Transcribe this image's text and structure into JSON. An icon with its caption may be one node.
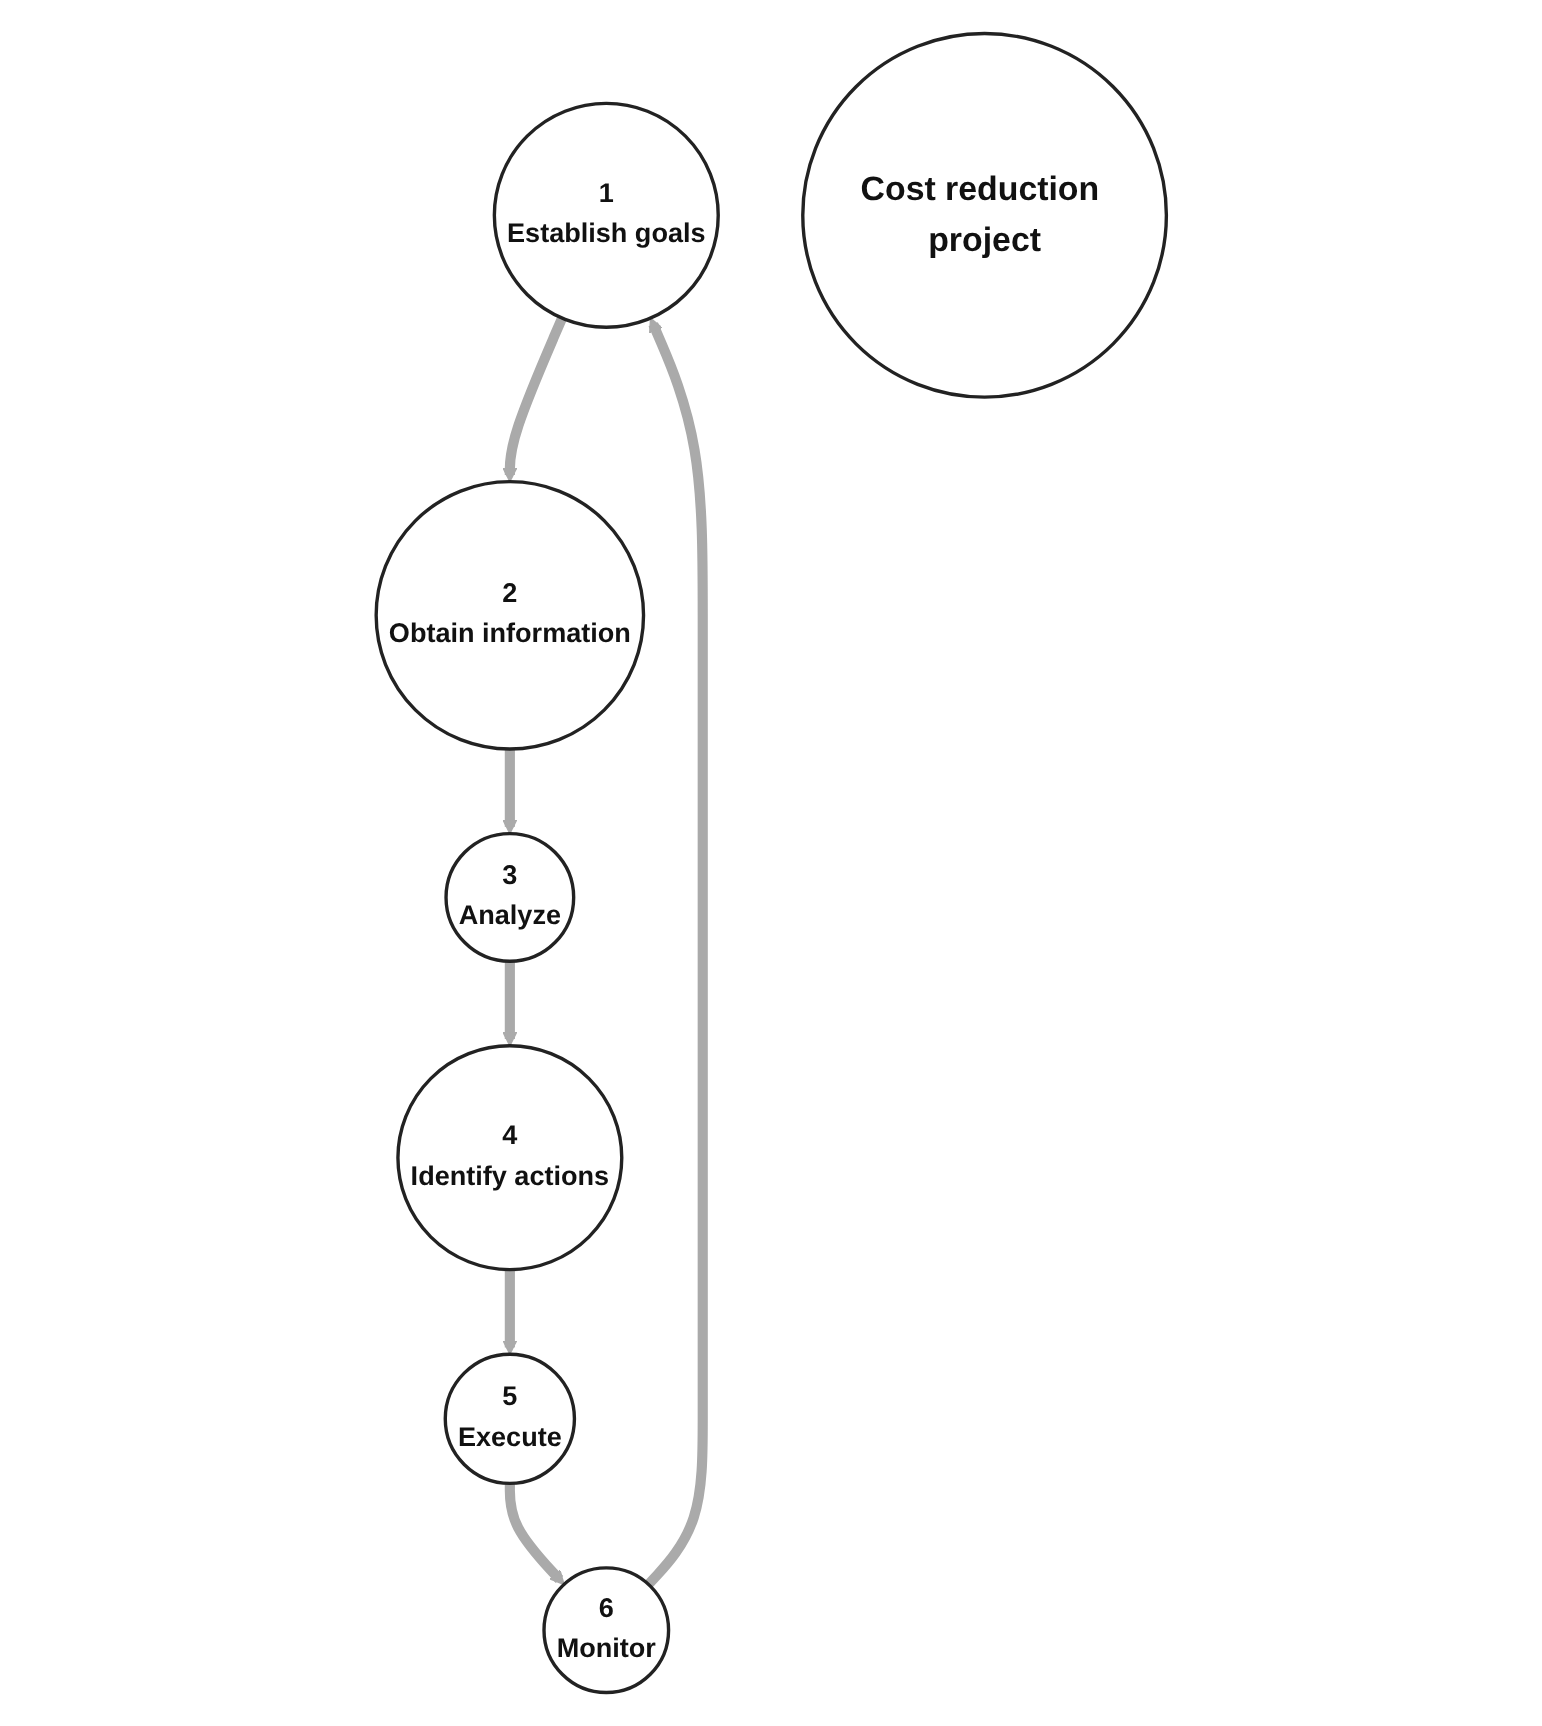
{
  "diagram": {
    "nodes": [
      {
        "text": [
          "1",
          "Establish goals"
        ]
      },
      {
        "text": [
          "2",
          "Obtain information"
        ]
      },
      {
        "text": [
          "3",
          "Analyze"
        ]
      },
      {
        "text": [
          "4",
          "Identify actions"
        ]
      },
      {
        "text": [
          "5",
          "Execute"
        ]
      },
      {
        "text": [
          "6",
          "Monitor"
        ]
      },
      {
        "text": [
          "Cost reduction project"
        ]
      }
    ],
    "edges": [
      {
        "from": 0,
        "to": 1,
        "arrow": "to"
      },
      {
        "from": 1,
        "to": 2,
        "arrow": "to"
      },
      {
        "from": 2,
        "to": 3,
        "arrow": "to"
      },
      {
        "from": 3,
        "to": 4,
        "arrow": "to"
      },
      {
        "from": 4,
        "to": 5,
        "arrow": "to"
      },
      {
        "from": 5,
        "to": 0,
        "arrow": "to"
      }
    ]
  }
}
